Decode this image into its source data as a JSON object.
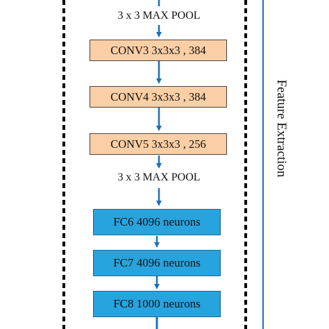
{
  "diagram": {
    "pool1_label": "3 x 3 MAX POOL",
    "conv3": "CONV3 3x3x3 , 384",
    "conv4": "CONV4 3x3x3 , 384",
    "conv5": "CONV5 3x3x3 , 256",
    "pool2_label": "3 x 3 MAX POOL",
    "fc6": "FC6 4096 neurons",
    "fc7": "FC7 4096 neurons",
    "fc8": "FC8 1000 neurons",
    "side_label": "Feature Extraction"
  },
  "colors": {
    "conv_fill": "#fbcfa5",
    "fc_fill": "#27a3de",
    "arrow": "#1f6fb5",
    "dashed": "#000000",
    "bracket": "#1f6fb5"
  }
}
